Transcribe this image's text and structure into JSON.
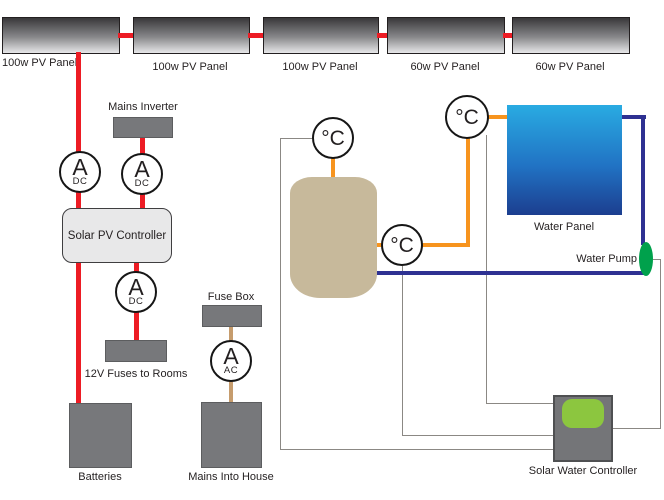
{
  "labels": {
    "pv_panels": [
      "100w PV Panel",
      "100w PV Panel",
      "100w PV Panel",
      "60w PV Panel",
      "60w PV Panel"
    ],
    "mains_inverter": "Mains Inverter",
    "solar_pv_controller": "Solar PV Controller",
    "fuses_12v": "12V Fuses to Rooms",
    "batteries": "Batteries",
    "fuse_box": "Fuse Box",
    "mains_into_house": "Mains Into House",
    "water_panel": "Water Panel",
    "water_pump": "Water Pump",
    "solar_water_controller": "Solar Water Controller"
  },
  "meters": [
    {
      "symbol": "A",
      "type": "DC"
    },
    {
      "symbol": "A",
      "type": "DC"
    },
    {
      "symbol": "A",
      "type": "DC"
    },
    {
      "symbol": "A",
      "type": "AC"
    }
  ],
  "sensors": [
    {
      "label": "°C"
    },
    {
      "label": "°C"
    },
    {
      "label": "°C"
    }
  ],
  "colors": {
    "wire_red": "#ed1c24",
    "wire_orange": "#f7941e",
    "wire_navy": "#2e3192",
    "wire_tan": "#c69c6d",
    "wire_thin_gray": "#8b8884",
    "pump_green": "#00a14c",
    "controller_screen_green": "#8cc63f",
    "tank_tan": "#c7b99b",
    "water_panel_top": "#29abe2",
    "water_panel_bottom": "#1c3e8f",
    "equipment_gray": "#77787b"
  }
}
